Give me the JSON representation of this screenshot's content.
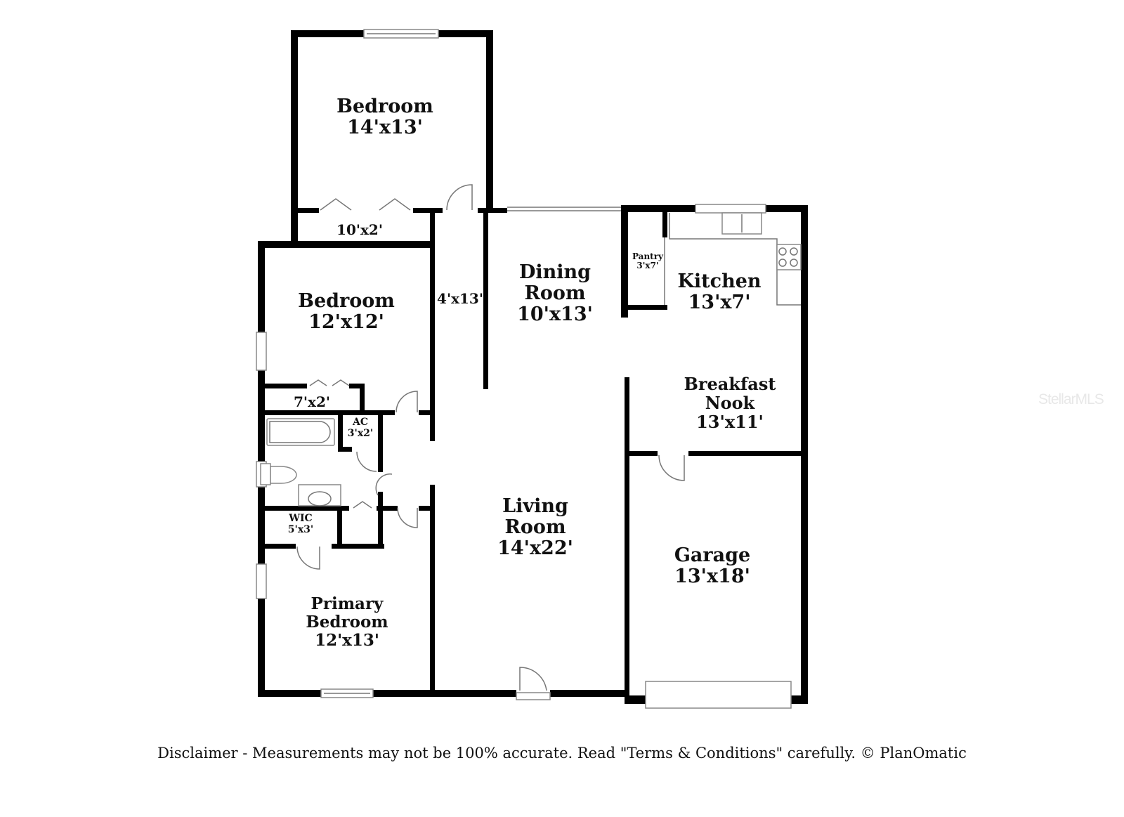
{
  "rooms": [
    {
      "id": "bedroom-top",
      "name": "Bedroom",
      "size": "14'x13'"
    },
    {
      "id": "closet-10x2",
      "name": "",
      "size": "10'x2'"
    },
    {
      "id": "bedroom-mid",
      "name": "Bedroom",
      "size": "12'x12'"
    },
    {
      "id": "hall",
      "name": "",
      "size": "4'x13'"
    },
    {
      "id": "closet-7x2",
      "name": "",
      "size": "7'x2'"
    },
    {
      "id": "ac",
      "name": "AC",
      "size": "3'x2'"
    },
    {
      "id": "wic",
      "name": "WIC",
      "size": "5'x3'"
    },
    {
      "id": "primary-bedroom",
      "name_line1": "Primary",
      "name_line2": "Bedroom",
      "size": "12'x13'"
    },
    {
      "id": "dining-room",
      "name_line1": "Dining",
      "name_line2": "Room",
      "size": "10'x13'"
    },
    {
      "id": "living-room",
      "name_line1": "Living",
      "name_line2": "Room",
      "size": "14'x22'"
    },
    {
      "id": "pantry",
      "name": "Pantry",
      "size": "3'x7'"
    },
    {
      "id": "kitchen",
      "name": "Kitchen",
      "size": "13'x7'"
    },
    {
      "id": "breakfast-nook",
      "name_line1": "Breakfast",
      "name_line2": "Nook",
      "size": "13'x11'"
    },
    {
      "id": "garage",
      "name": "Garage",
      "size": "13'x18'"
    }
  ],
  "watermark": "StellarMLS",
  "disclaimer": "Disclaimer - Measurements may not be 100% accurate. Read \"Terms & Conditions\" carefully. © PlanOmatic"
}
